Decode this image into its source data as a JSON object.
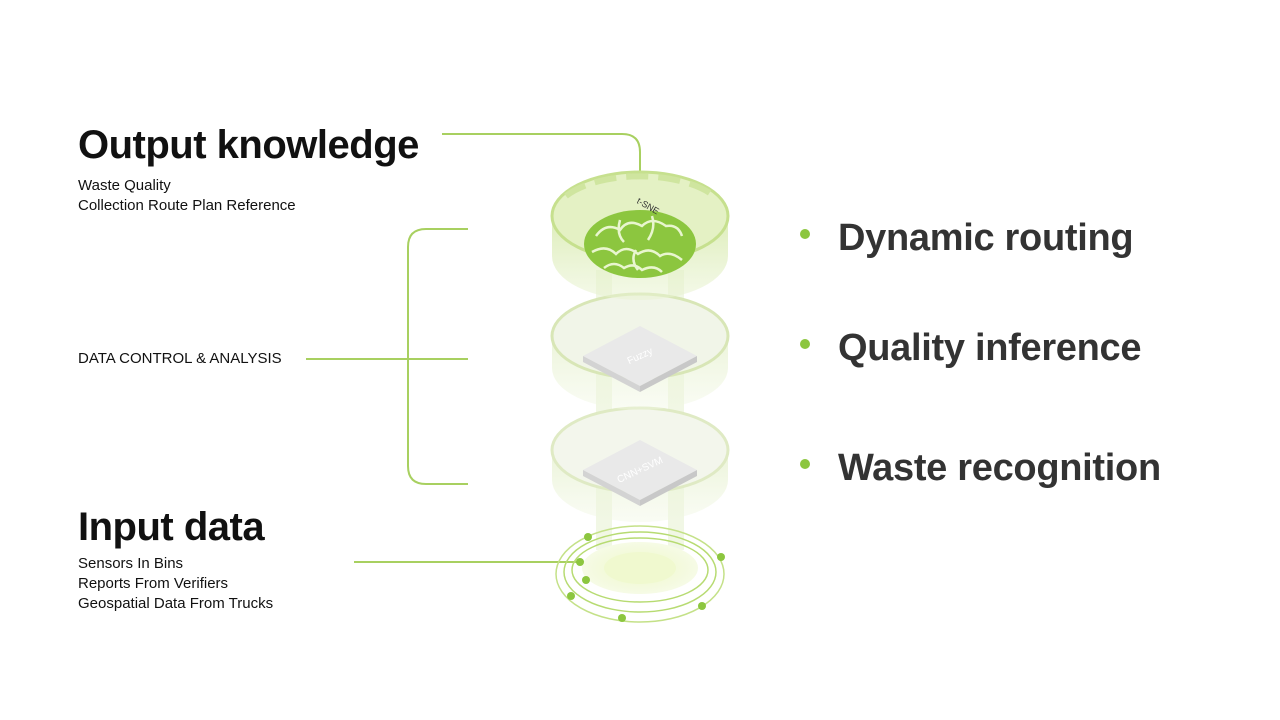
{
  "output": {
    "title": "Output knowledge",
    "lines": [
      "Waste Quality",
      "Collection Route Plan Reference"
    ]
  },
  "middle": {
    "label": "DATA CONTROL & ANALYSIS"
  },
  "input": {
    "title": "Input data",
    "lines": [
      "Sensors In Bins",
      "Reports From Verifiers",
      "Geospatial Data From Trucks"
    ]
  },
  "layers": {
    "top": "t-SNE",
    "middle": "Fuzzy",
    "bottom": "CNN+SVM"
  },
  "bullets": [
    "Dynamic routing",
    "Quality inference",
    "Waste recognition"
  ],
  "colors": {
    "accent": "#8cc63f",
    "line": "#a8d060",
    "text": "#111111",
    "bullet_text": "#333333"
  }
}
